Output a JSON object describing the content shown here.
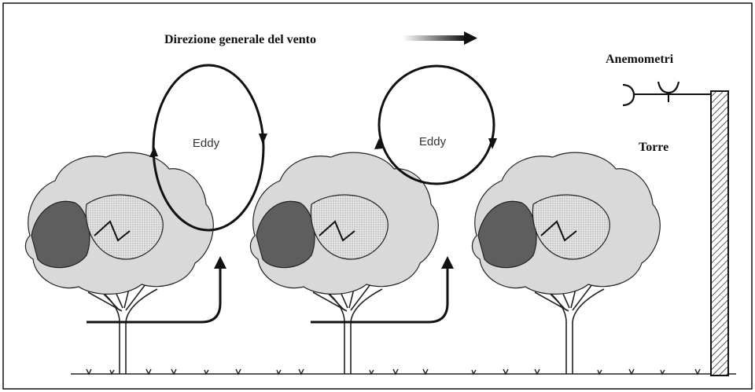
{
  "title": "Direzione generale del vento",
  "labels": {
    "eddy_1": "Eddy",
    "eddy_2": "Eddy",
    "anemometers": "Anemometri",
    "tower": "Torre"
  },
  "colors": {
    "ink": "#111111",
    "foliage_light": "#d9d9d9",
    "foliage_mid": "#a8a8a8",
    "foliage_dark": "#5e5e5e",
    "tower_hatch": "#333333"
  }
}
